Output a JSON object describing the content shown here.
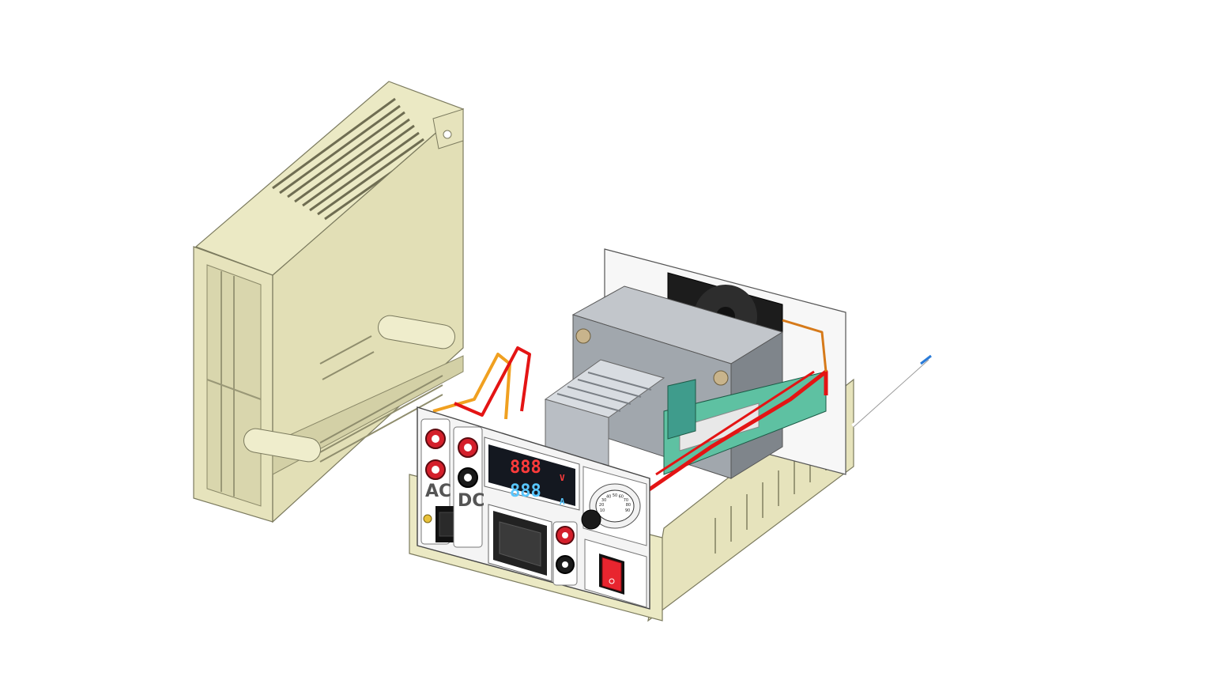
{
  "front_panel": {
    "ac_label": "AC",
    "dc_label": "DC",
    "volt_display": "888",
    "amp_display": "888",
    "volt_unit": "V",
    "amp_unit": "A",
    "dial_numbers": [
      "10",
      "20",
      "30",
      "40",
      "50",
      "60",
      "70",
      "80",
      "90"
    ]
  },
  "colors": {
    "case": "#ebe9c4",
    "case_shadow": "#c9c69a",
    "panel": "#f4f4f4",
    "jack_red": "#d41f2b",
    "jack_black": "#1a1a1a",
    "display_bg": "#141820",
    "volt_digits": "#ff3b3b",
    "amp_digits": "#59c6ff",
    "wire_red": "#e41414",
    "wire_orange": "#f0a020",
    "transformer": "#9aa0a6",
    "heatsink": "#c8ccd2",
    "pcb_green": "#2e8b6e",
    "fan": "#1c1c1c"
  },
  "icons": [
    "power-switch-icon",
    "rocker-switch-icon",
    "fan-icon",
    "knob-icon"
  ]
}
